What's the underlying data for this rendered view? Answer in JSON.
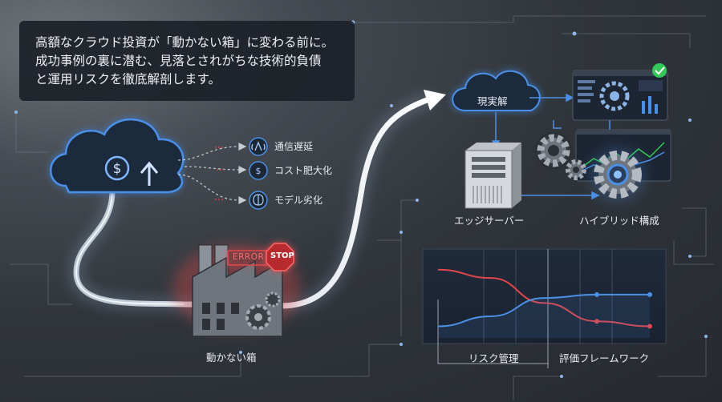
{
  "intro": {
    "lines": [
      "高額なクラウド投資が「動かない箱」に変わる前に。",
      "成功事例の裏に潜む、見落とされがちな技術的負債",
      "と運用リスクを徹底解剖します。"
    ]
  },
  "cloud_left": {
    "icon": "dollar-arrow-up-icon"
  },
  "issues": [
    {
      "label": "通信遅延",
      "icon": "signal-icon"
    },
    {
      "label": "コスト肥大化",
      "icon": "hand-dollar-icon"
    },
    {
      "label": "モデル劣化",
      "icon": "brain-icon"
    }
  ],
  "factory": {
    "label": "動かない箱",
    "error_text": "ERROR",
    "stop_text": "STOP"
  },
  "solution": {
    "cloud_label": "現実解",
    "edge_label": "エッジサーバー",
    "hybrid_label": "ハイブリッド構成"
  },
  "chart": {
    "labels": [
      "リスク管理",
      "評価フレームワーク"
    ]
  },
  "chart_data": {
    "type": "line",
    "x": [
      0,
      1,
      2,
      3,
      4
    ],
    "series": [
      {
        "values": [
          82,
          72,
          42,
          20,
          14
        ],
        "color": "#e0464a"
      },
      {
        "values": [
          14,
          26,
          48,
          52,
          52
        ],
        "color": "#4c90e6"
      }
    ],
    "ylim": [
      0,
      100
    ],
    "grid": true
  },
  "colors": {
    "accent_blue": "#4c90e6",
    "alert_red": "#e0464a",
    "ok_green": "#34c759"
  }
}
